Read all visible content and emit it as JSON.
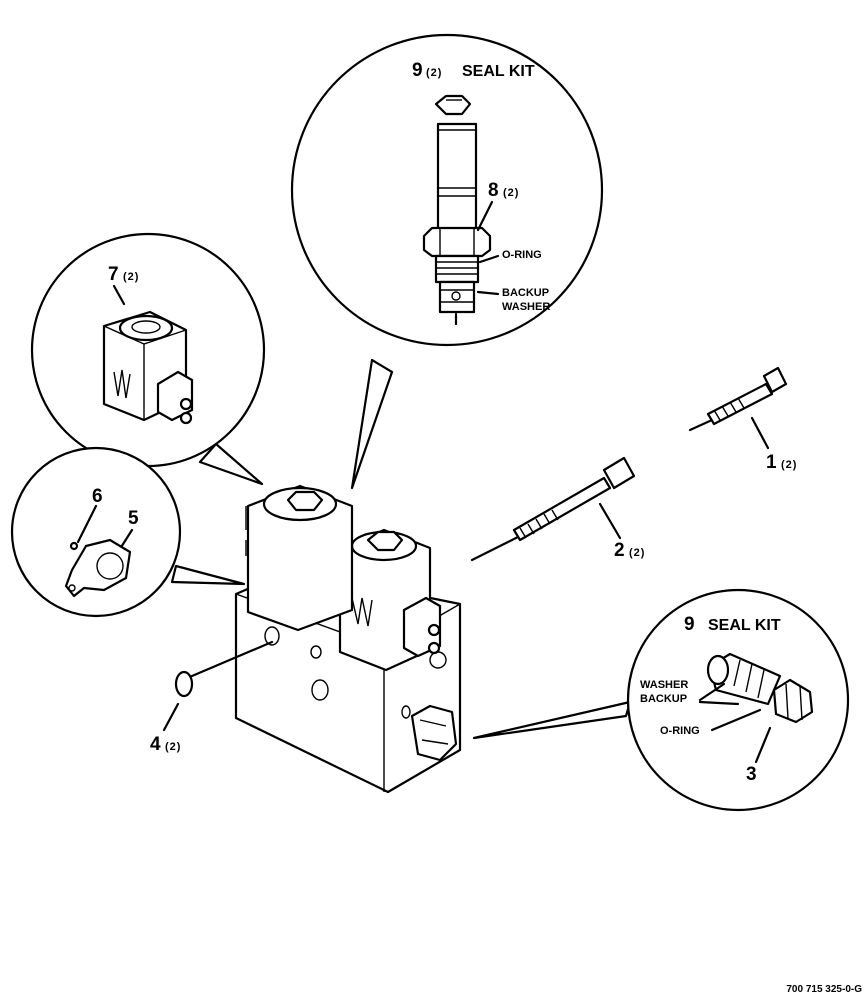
{
  "callouts": {
    "seal_kit_top": "9",
    "seal_kit_top_qty": "(2)",
    "seal_kit_top_text": "SEAL KIT",
    "item8": "8",
    "item8_qty": "(2)",
    "oring_top": "O-RING",
    "backup_top": "BACKUP",
    "washer_top": "WASHER",
    "item7": "7",
    "item7_qty": "(2)",
    "item6": "6",
    "item5": "5",
    "item1": "1",
    "item1_qty": "(2)",
    "item2": "2",
    "item2_qty": "(2)",
    "item4": "4",
    "item4_qty": "(2)",
    "seal_kit_right": "9",
    "seal_kit_right_text": "SEAL KIT",
    "washer_right": "WASHER",
    "backup_right": "BACKUP",
    "oring_right": "O-RING",
    "item3": "3"
  },
  "drawing_number": "700 715 325-0-G"
}
